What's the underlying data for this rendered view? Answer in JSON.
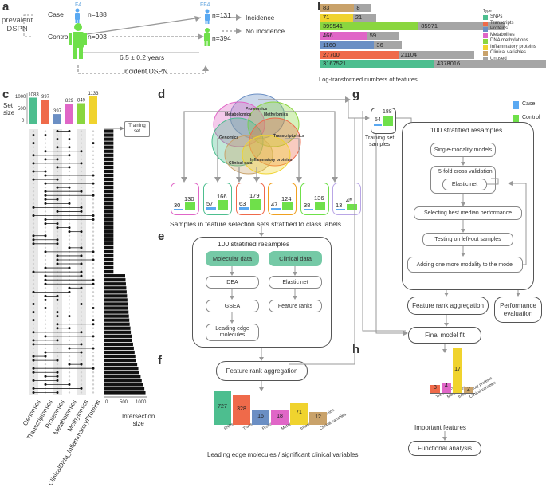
{
  "panels": {
    "a": "a",
    "b": "b",
    "c": "c",
    "d": "d",
    "e": "e",
    "f": "f",
    "g": "g",
    "h": "h"
  },
  "colors": {
    "snps": "#4dbe8f",
    "transcripts": "#ef6a4a",
    "proteins": "#6b8fc4",
    "metabolites": "#e066c7",
    "dna": "#8ad63f",
    "inflammatory": "#f0d32e",
    "clinical": "#c9a26a",
    "unused": "#a5a5a5",
    "case": "#5aa9f2",
    "control": "#6fe04a",
    "green_box": "#75c9a6"
  },
  "panel_a": {
    "prevalent": "prevalent\nDSPN",
    "case": "Case",
    "control": "Control",
    "f4": "F4",
    "ff4": "FF4",
    "n_case": "n=188",
    "n_control": "n=903",
    "n_ff4_case": "n=131",
    "n_ff4_control": "n=394",
    "years": "6.5 ± 0.2 years",
    "incident": "incident DSPN",
    "legend_incidence": "Incidence",
    "legend_no_incidence": "No incidence"
  },
  "panel_b": {
    "legend_title": "Type",
    "legend": [
      "SNPs",
      "Transcripts",
      "Proteins",
      "Metabolites",
      "DNA methylations",
      "Inflammatory proteins",
      "Clinical variables",
      "Unused"
    ],
    "xlabel": "Log-transformed numbers of features",
    "rows": [
      {
        "used": "83",
        "unused": "8",
        "type": "clinical"
      },
      {
        "used": "71",
        "unused": "21",
        "type": "inflammatory"
      },
      {
        "used": "399541",
        "unused": "85971",
        "type": "dna"
      },
      {
        "used": "466",
        "unused": "59",
        "type": "metabolites"
      },
      {
        "used": "1160",
        "unused": "36",
        "type": "proteins"
      },
      {
        "used": "27700",
        "unused": "21104",
        "type": "transcripts"
      },
      {
        "used": "3167521",
        "unused": "4378016",
        "type": "snps"
      }
    ]
  },
  "chart_data": {
    "type": "bar",
    "title": "",
    "set_size_label": "Set\nsize",
    "set_size_ticks": [
      "1000",
      "500",
      "0"
    ],
    "set_sizes": [
      {
        "name": "Genomics",
        "value": 1083
      },
      {
        "name": "Transcriptomics",
        "value": 997
      },
      {
        "name": "Proteomics",
        "value": 397
      },
      {
        "name": "Metabolomics",
        "value": 829
      },
      {
        "name": "Methylomics",
        "value": 849
      },
      {
        "name": "ClinicalData_InflammatoryProteins",
        "value": 1133
      }
    ],
    "xlabel": "Intersection\nsize",
    "x_ticks": [
      "0",
      "500",
      "1000"
    ],
    "training_set": "Training\nset",
    "intersection_sizes": [
      240,
      240,
      240,
      240,
      240,
      240,
      240,
      240,
      240,
      240,
      240,
      240,
      240,
      240,
      240,
      240,
      240,
      240,
      240,
      240,
      240,
      240,
      240,
      240,
      240,
      240,
      240,
      240,
      240,
      240,
      240,
      240,
      240,
      240,
      240,
      240,
      550,
      560,
      570,
      580,
      590,
      600,
      610,
      620,
      630,
      640,
      650,
      660,
      670,
      690,
      700,
      720,
      740,
      760,
      780,
      800,
      820,
      840,
      870,
      900,
      930,
      960,
      990,
      1030,
      1060,
      1090
    ]
  },
  "panel_d": {
    "venn_labels": [
      "Proteomics",
      "Metabolomics",
      "Methylomics",
      "Genomics",
      "Transcriptomics",
      "Clinical data",
      "Inflammatory proteins"
    ],
    "sample_boxes": [
      {
        "case": "30",
        "control": "130"
      },
      {
        "case": "57",
        "control": "166"
      },
      {
        "case": "63",
        "control": "179"
      },
      {
        "case": "47",
        "control": "124"
      },
      {
        "case": "38",
        "control": "136"
      },
      {
        "case": "13",
        "control": "45"
      }
    ],
    "caption": "Samples in feature selection sets stratified to class labels"
  },
  "panel_e": {
    "title": "100 stratified resamples",
    "molecular": "Molecular data",
    "clinical": "Clinical data",
    "dea": "DEA",
    "gsea": "GSEA",
    "leading": "Leading edge\nmolecules",
    "elastic": "Elastic net",
    "ranks": "Feature ranks"
  },
  "panel_f": {
    "rank_agg": "Feature rank aggregation",
    "caption": "Leading edge molecules / significant clinical variables",
    "bars": [
      {
        "label": "SNPs",
        "value": "727"
      },
      {
        "label": "Transcripts",
        "value": "328"
      },
      {
        "label": "Proteins",
        "value": "16"
      },
      {
        "label": "Metabolites",
        "value": "18"
      },
      {
        "label": "Inflammatory proteins",
        "value": "71"
      },
      {
        "label": "Clinical variables",
        "value": "12"
      }
    ]
  },
  "panel_g": {
    "case_legend": "Case",
    "control_legend": "Control",
    "train_case": "54",
    "train_control": "188",
    "train_label": "Training set\nsamples",
    "title": "100 stratified resamples",
    "single": "Single-modality models",
    "cv": "5-fold cross validation",
    "enet": "Elastic net",
    "best": "Selecting best median performance",
    "test": "Testing on left-out samples",
    "add": "Adding one more modality to the model",
    "rank_agg": "Feature rank aggregation",
    "perf": "Performance\nevaluation",
    "final": "Final model fit"
  },
  "panel_h": {
    "bars": [
      {
        "label": "Transcripts",
        "value": "3"
      },
      {
        "label": "Metabolites",
        "value": "4"
      },
      {
        "label": "Inflammatory proteins",
        "value": "17"
      },
      {
        "label": "Clinical variables",
        "value": "2"
      }
    ],
    "important": "Important features",
    "functional": "Functional analysis"
  }
}
